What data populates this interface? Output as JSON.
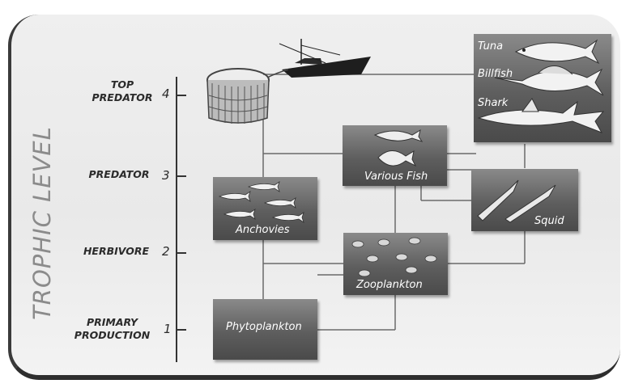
{
  "axis_title": "TROPHIC LEVEL",
  "levels": [
    {
      "number": "4",
      "name_line1": "TOP",
      "name_line2": "PREDATOR"
    },
    {
      "number": "3",
      "name_line1": "PREDATOR",
      "name_line2": ""
    },
    {
      "number": "2",
      "name_line1": "HERBIVORE",
      "name_line2": ""
    },
    {
      "number": "1",
      "name_line1": "PRIMARY",
      "name_line2": "PRODUCTION"
    }
  ],
  "nodes": {
    "top_predators": [
      "Tuna",
      "Billfish",
      "Shark"
    ],
    "various_fish": "Various Fish",
    "squid": "Squid",
    "anchovies": "Anchovies",
    "zooplankton": "Zooplankton",
    "phytoplankton": "Phytoplankton"
  },
  "colors": {
    "box_dark": "#4a4a4a",
    "box_light": "#8a8a8a",
    "line": "#555555"
  }
}
